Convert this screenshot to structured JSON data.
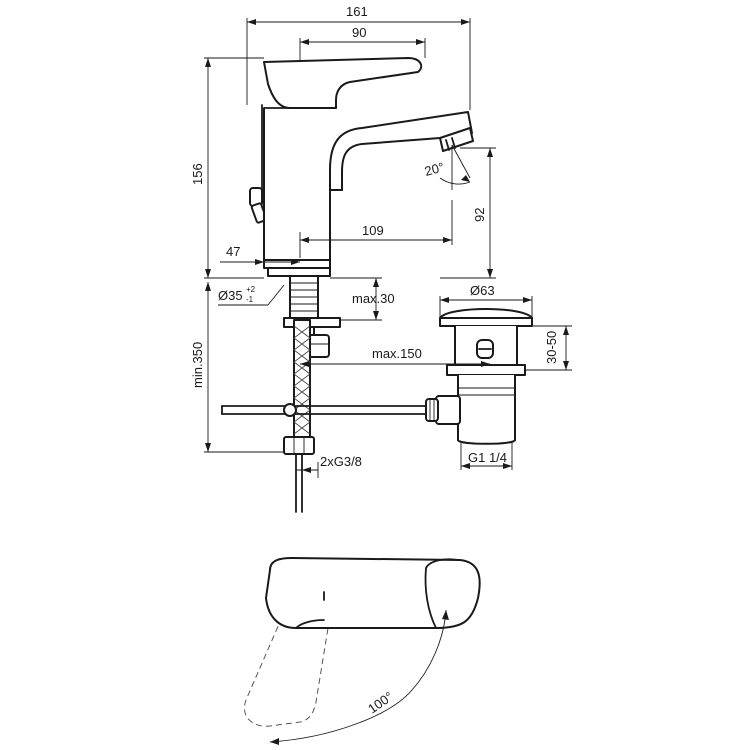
{
  "dimensions": {
    "overall_width": "161",
    "lever_width": "90",
    "height": "156",
    "spout_angle": "20°",
    "spout_height": "92",
    "spout_reach": "109",
    "base_offset": "47",
    "mounting_hole_base": "Ø35",
    "mounting_hole_upper_tol": "+2",
    "mounting_hole_lower_tol": "-1",
    "max_thickness": "max.30",
    "min_length": "min.350",
    "max_rod": "max.150",
    "waste_diameter": "Ø63",
    "waste_range": "30-50",
    "waste_thread": "G1 1/4",
    "hose_connections": "2xG3/8",
    "lever_rotation": "100°"
  }
}
